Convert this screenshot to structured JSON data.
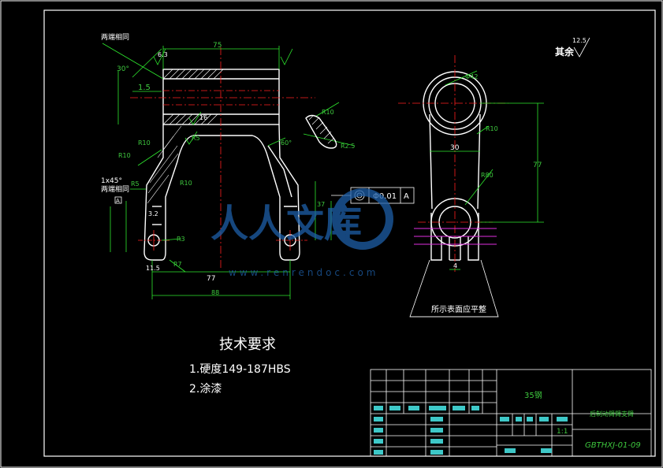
{
  "drawing": {
    "views": {
      "front": {
        "note_top": "两端相同",
        "note_left": "两端相同",
        "chamfer": "1x45°",
        "dims": [
          "75",
          "1.5",
          "30°",
          "R10",
          "R10",
          "R5",
          "R10",
          "R5",
          "R10",
          "R7",
          "11.5",
          "77",
          "88",
          "37",
          "60°",
          "R2.5",
          "R3",
          "3.2",
          "6.3",
          "16",
          "A"
        ]
      },
      "side": {
        "dims": [
          "Φ42",
          "R10",
          "30",
          "R80",
          "77",
          "4"
        ],
        "note_bottom": "所示表面应平整"
      },
      "tolerance_frame": {
        "value": "Φ0.01",
        "datum": "A"
      }
    },
    "roughness_other": {
      "label": "其余",
      "value": "12.5"
    },
    "tech_requirements": {
      "title": "技术要求",
      "items": [
        "1.硬度149-187HBS",
        "2.涂漆"
      ]
    },
    "watermark": {
      "text": "人人文库",
      "url": "www.renrendoc.com"
    }
  },
  "title_block": {
    "material": "35钢",
    "part_name": "后制动臂臂支臂",
    "drawing_no": "GBTHXJ-01-09",
    "scale": "1:1"
  },
  "colors": {
    "background": "#000000",
    "outline": "#ffffff",
    "dimension": "#2ee82e",
    "centerline": "#ff2020",
    "projection": "#e030e0",
    "watermark": "#1e5fa8"
  }
}
